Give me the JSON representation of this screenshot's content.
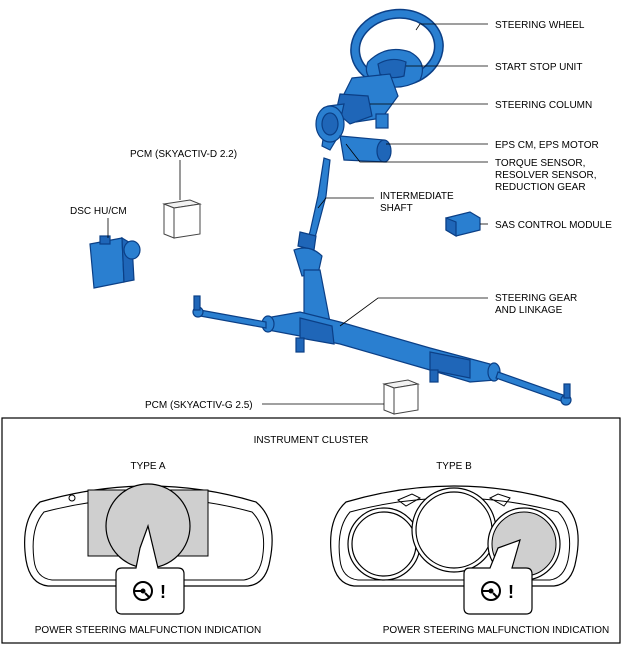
{
  "labels": {
    "steering_wheel": "STEERING WHEEL",
    "start_stop_unit": "START STOP UNIT",
    "steering_column": "STEERING COLUMN",
    "eps_cm_motor": "EPS CM, EPS MOTOR",
    "torque_sensor_1": "TORQUE SENSOR,",
    "torque_sensor_2": "RESOLVER SENSOR,",
    "torque_sensor_3": "REDUCTION GEAR",
    "intermediate_shaft_1": "INTERMEDIATE",
    "intermediate_shaft_2": "SHAFT",
    "sas_control_module": "SAS CONTROL MODULE",
    "steering_gear_1": "STEERING GEAR",
    "steering_gear_2": "AND LINKAGE",
    "pcm_skyactiv_d": "PCM (SKYACTIV-D 2.2)",
    "dsc_hu_cm": "DSC HU/CM",
    "pcm_skyactiv_g": "PCM (SKYACTIV-G 2.5)"
  },
  "instrument_cluster": {
    "title": "INSTRUMENT CLUSTER",
    "type_a": "TYPE A",
    "type_b": "TYPE B",
    "caption_a": "POWER STEERING MALFUNCTION INDICATION",
    "caption_b": "POWER STEERING MALFUNCTION INDICATION"
  },
  "colors": {
    "part_blue": "#2a7fd0",
    "outline_blue": "#0b3f86",
    "indicator_gray": "#cfcfcf"
  }
}
